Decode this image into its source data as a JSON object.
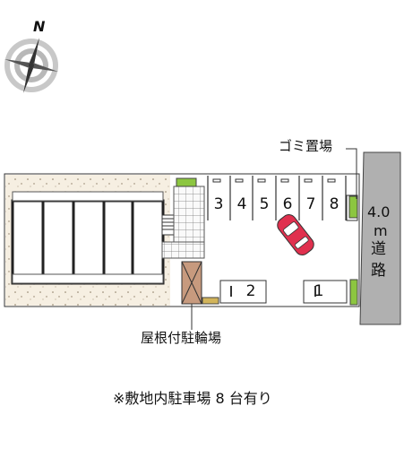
{
  "compass": {
    "north_letter": "N",
    "icon": "compass-rose-icon"
  },
  "labels": {
    "garbage": "ゴミ置場",
    "road_width": "4.0",
    "road_unit": "m",
    "road_c1": "道",
    "road_c2": "路",
    "bicycle": "屋根付駐輪場",
    "footnote": "※敷地内駐車場 8 台有り"
  },
  "parking": {
    "top_row": [
      "3",
      "4",
      "5",
      "6",
      "7",
      "8"
    ],
    "bottom": [
      "2",
      "1"
    ],
    "car_icon": "car-icon"
  },
  "colors": {
    "car": "#e0304e",
    "greenery": "#8cc640",
    "bicycle_area": "#c79a7e",
    "road": "#b0b0b0"
  }
}
